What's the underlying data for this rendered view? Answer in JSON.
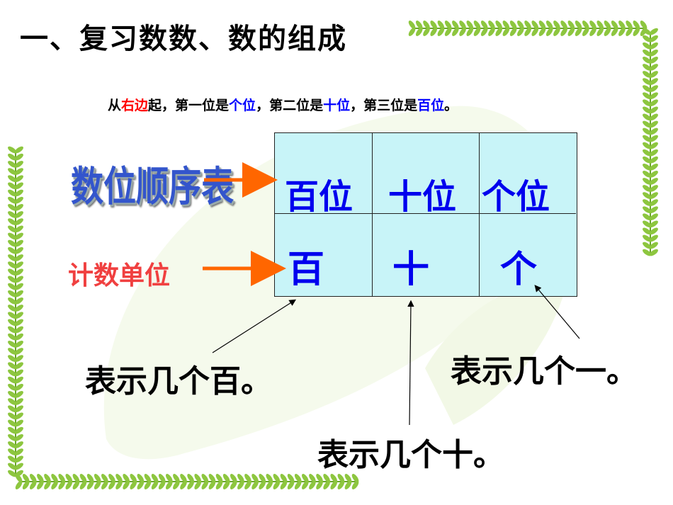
{
  "title": "一、复习数数、数的组成",
  "intro": {
    "p1": "从",
    "p2": "右边",
    "p3": "起，第一位是",
    "p4": "个位",
    "p5": "，第二位是",
    "p6": "十位",
    "p7": "，第三位是",
    "p8": "百位",
    "p9": "。"
  },
  "labels": {
    "place_order_table": "数位顺序表",
    "counting_unit": "计数单位"
  },
  "table": {
    "places": [
      "百位",
      "十位",
      "个位"
    ],
    "units": [
      "百",
      "十",
      "个"
    ]
  },
  "explanations": {
    "hundreds": "表示几个百。",
    "tens": "表示几个十。",
    "ones": "表示几个一。"
  },
  "colors": {
    "emphasis_red": "#ff0000",
    "emphasis_blue": "#0000ff",
    "table_fill": "#c8f4f8",
    "arrow_orange": "#ff6600",
    "vine_green": "#8dc63f"
  }
}
